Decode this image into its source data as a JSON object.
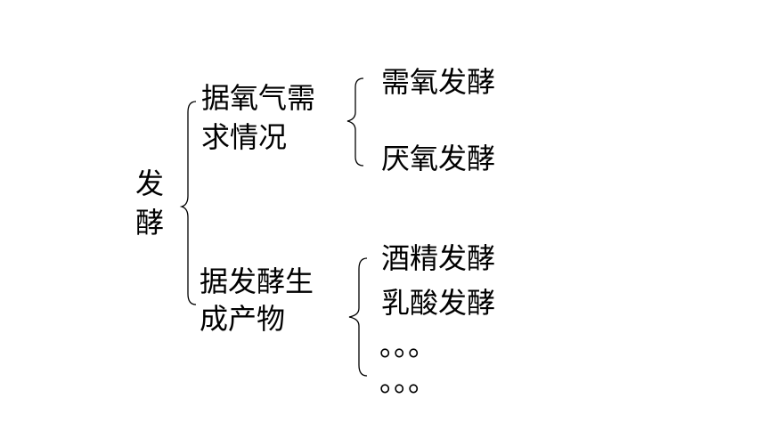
{
  "root": {
    "line1": "发",
    "line2": "酵"
  },
  "branch_oxygen": {
    "line1": "据氧气需",
    "line2": "求情况",
    "children": [
      "需氧发酵",
      "厌氧发酵"
    ]
  },
  "branch_product": {
    "line1": "据发酵生",
    "line2": "成产物",
    "children": [
      "酒精发酵",
      "乳酸发酵",
      "。。。",
      "。。。"
    ]
  }
}
